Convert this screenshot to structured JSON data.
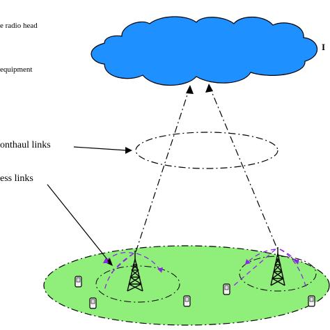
{
  "labels": {
    "radio_head": "e radio head",
    "equipment": "equipment",
    "fronthaul": "onthaul links",
    "wireless": "ess links",
    "cloud_edge_letter": "I"
  },
  "colors": {
    "cloud_fill": "#1e90ff",
    "ground_fill": "#90ee7a",
    "wireless_link": "#8a2be2",
    "line": "#000000",
    "background": "#ffffff"
  },
  "icons": {
    "towers": [
      "tower-icon",
      "tower-icon"
    ],
    "devices": [
      "user-device-icon",
      "user-device-icon",
      "user-device-icon",
      "user-device-icon",
      "user-device-icon"
    ]
  }
}
